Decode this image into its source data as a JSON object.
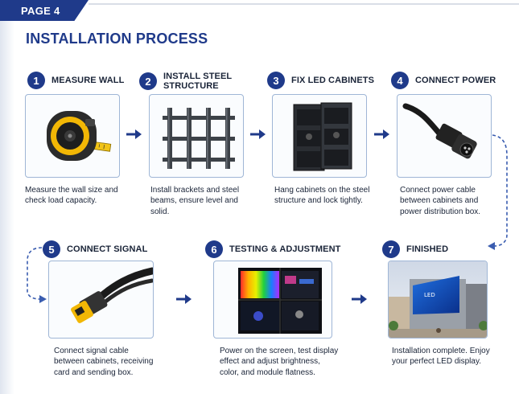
{
  "page_tab": "PAGE 4",
  "title": "INSTALLATION PROCESS",
  "steps": [
    {
      "number": "1",
      "title": "MEASURE WALL",
      "description": "Measure the wall size and check load capacity.",
      "icon": "tape-measure"
    },
    {
      "number": "2",
      "title_line1": "INSTALL STEEL",
      "title_line2": "STRUCTURE",
      "description": "Install brackets and steel beams, ensure level and solid.",
      "icon": "steel-frame"
    },
    {
      "number": "3",
      "title": "FIX LED CABINETS",
      "description": "Hang cabinets on the steel structure and lock tightly.",
      "icon": "led-cabinet"
    },
    {
      "number": "4",
      "title": "CONNECT POWER",
      "description": "Connect power cable between cabinets and power distribution box.",
      "icon": "power-cable"
    },
    {
      "number": "5",
      "title": "CONNECT SIGNAL",
      "description": "Connect signal cable between cabinets, receiving card and sending box.",
      "icon": "signal-cable"
    },
    {
      "number": "6",
      "title": "TESTING & ADJUSTMENT",
      "description": "Power on the screen, test display effect and adjust brightness, color, and module flatness.",
      "icon": "led-test-screen"
    },
    {
      "number": "7",
      "title": "FINISHED",
      "description": "Installation complete. Enjoy your perfect LED display.",
      "icon": "finished-building"
    }
  ],
  "colors": {
    "primary": "#1f3a8a",
    "box_border": "#9fb6d6",
    "accent_yellow": "#f2b705"
  }
}
